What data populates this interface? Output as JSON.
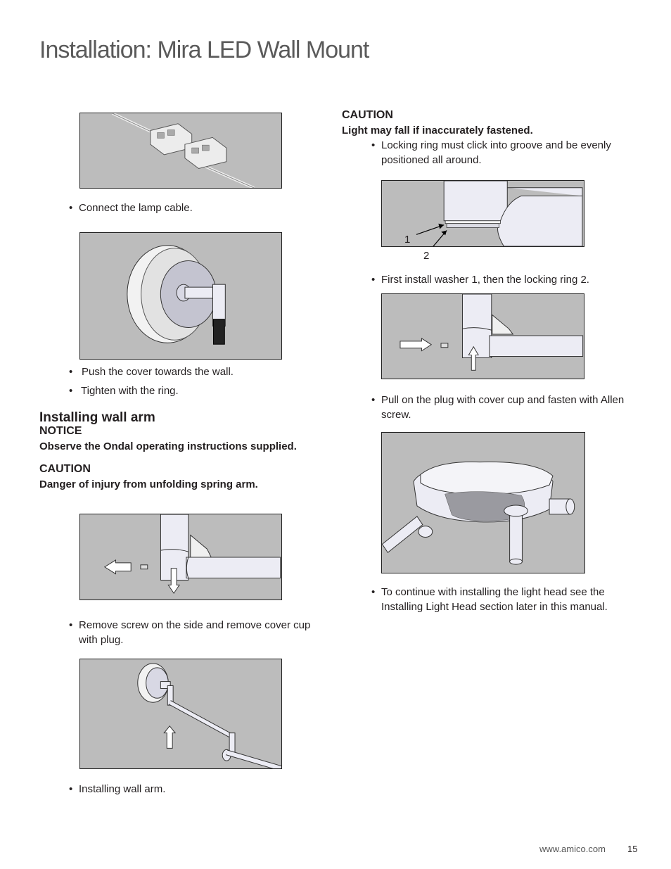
{
  "page_title": "Installation: Mira LED Wall Mount",
  "left": {
    "fig1_bullet": "Connect the lamp cable.",
    "fig2_bullets": [
      "Push the cover towards the wall.",
      "Tighten with the ring."
    ],
    "section_heading": "Installing wall arm",
    "notice_label": "NOTICE",
    "notice_text": "Observe the Ondal operating instructions supplied.",
    "caution_label": "CAUTION",
    "caution_text": "Danger of injury from unfolding spring arm.",
    "fig3_bullet": "Remove screw on the side and remove cover cup with plug.",
    "fig4_bullet": "Installing wall arm."
  },
  "right": {
    "caution_label": "CAUTION",
    "caution_text": "Light may fall if inaccurately fastened.",
    "caution_bullet": "Locking ring must click into groove and be evenly positioned all around.",
    "fig5_labels": [
      "1",
      "2"
    ],
    "fig5_bullet": "First install washer 1, then the locking ring 2.",
    "fig6_bullet": "Pull on the plug with cover cup and fasten with Allen screw.",
    "fig7_bullet": "To continue with installing the light head see the Installing Light Head section later in this manual."
  },
  "footer": {
    "website": "www.amico.com",
    "page_number": "15"
  }
}
